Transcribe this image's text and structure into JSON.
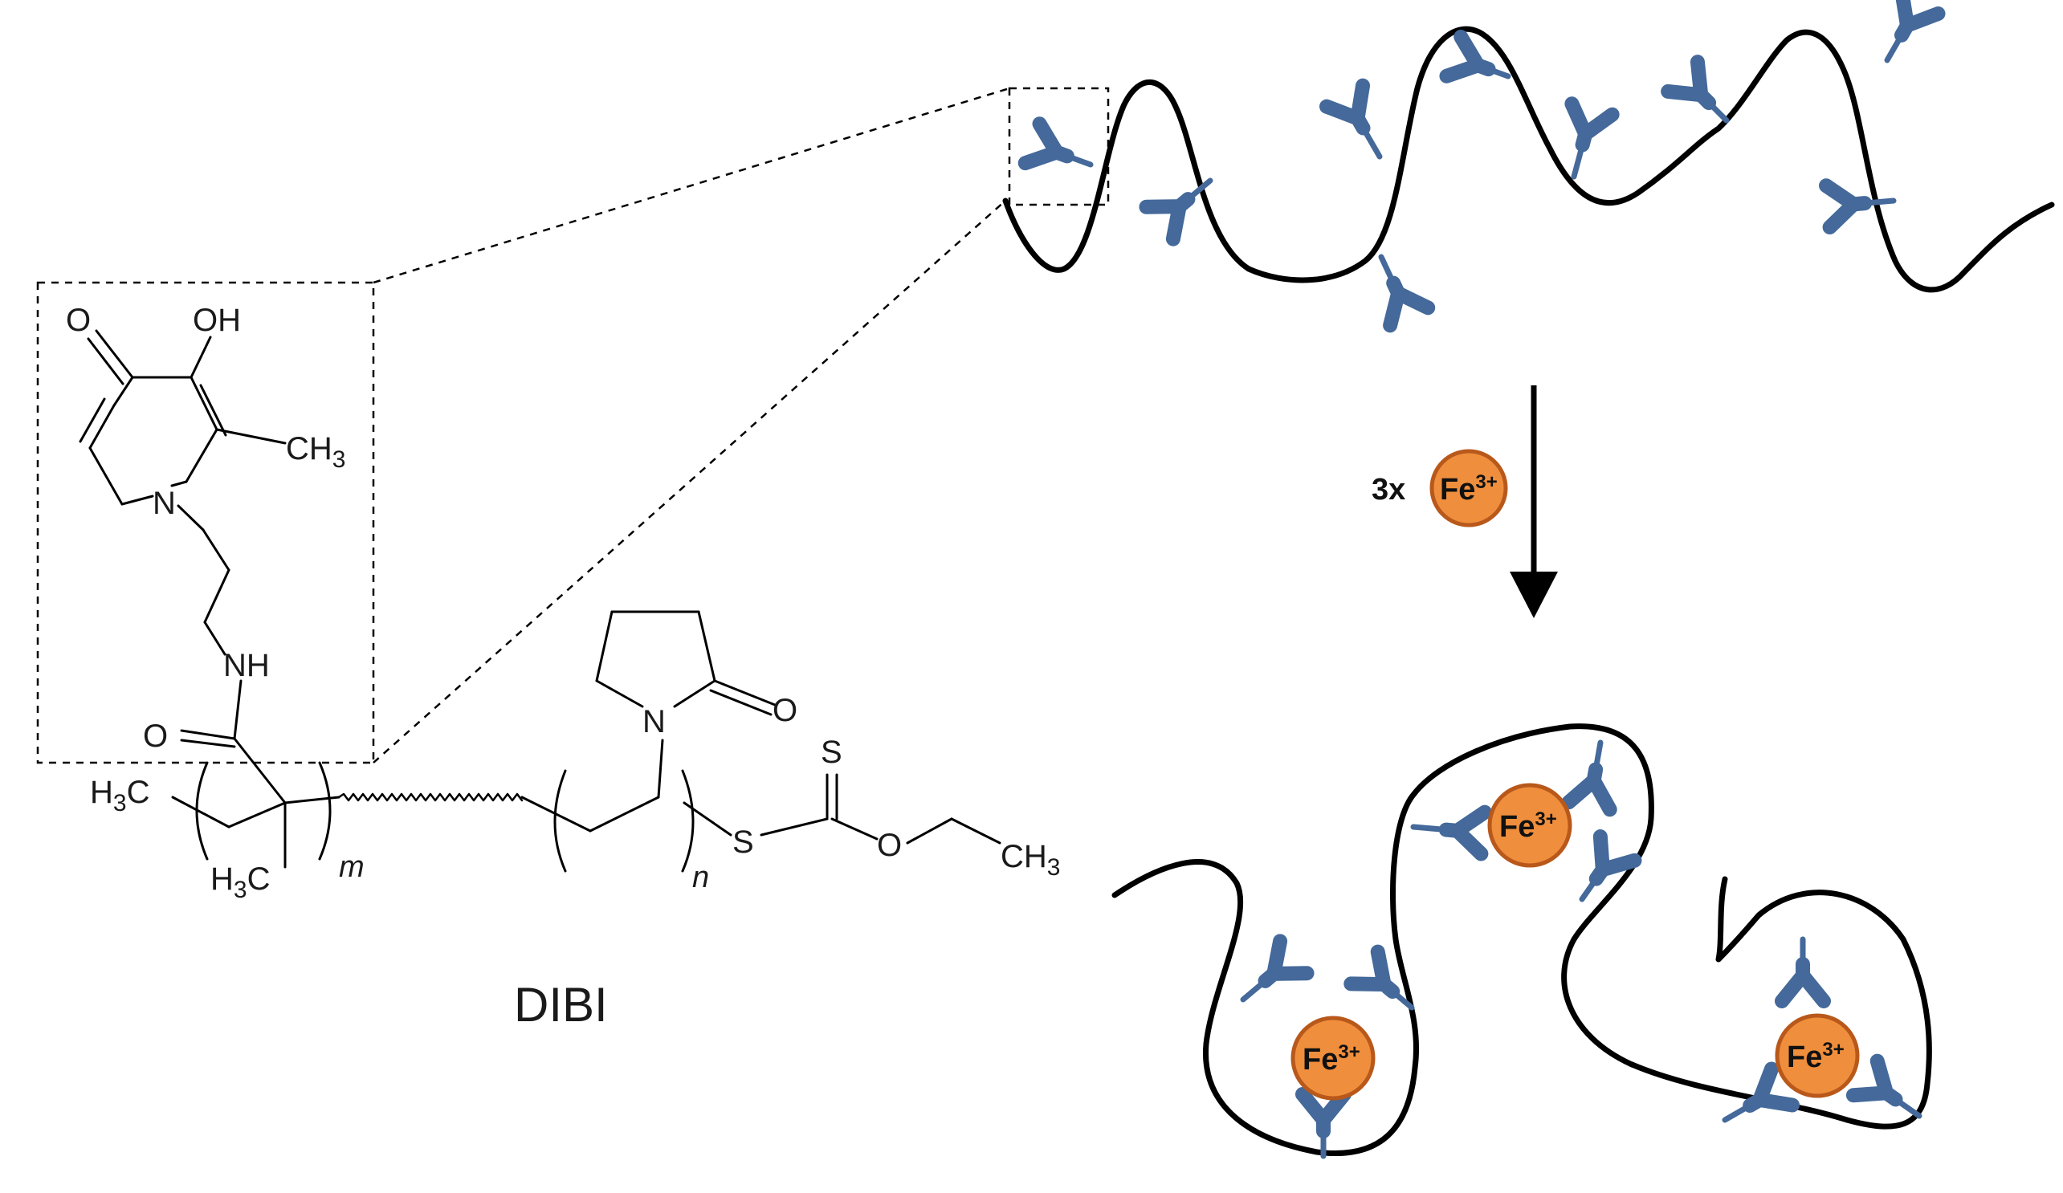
{
  "chemistry": {
    "ketone_O": "O",
    "hydroxyl": "OH",
    "methyl_top": "CH",
    "methyl_top_sub": "3",
    "ring_N": "N",
    "amide_NH": "NH",
    "amide_O": "O",
    "left_end": "H",
    "left_end_sub": "3",
    "left_end_c": "C",
    "quat_methyl": "H",
    "quat_methyl_sub": "3",
    "quat_methyl_c": "C",
    "m_index": "m",
    "pyrrolidone_N": "N",
    "pyrrolidone_O": "O",
    "n_index": "n",
    "thio_S": "S",
    "thione_S": "S",
    "ester_O": "O",
    "ethyl_CH": "CH",
    "ethyl_sub": "3"
  },
  "polymer_label": "DIBI",
  "reaction": {
    "multiplier": "3x",
    "ion": "Fe",
    "ion_charge": "3+"
  },
  "bound_ions": [
    {
      "label": "Fe",
      "charge": "3+"
    },
    {
      "label": "Fe",
      "charge": "3+"
    },
    {
      "label": "Fe",
      "charge": "3+"
    }
  ],
  "colors": {
    "ligand": "#44699a",
    "ion_fill": "#ef8e3c",
    "ion_stroke": "#b8581a",
    "chain": "#000000"
  }
}
